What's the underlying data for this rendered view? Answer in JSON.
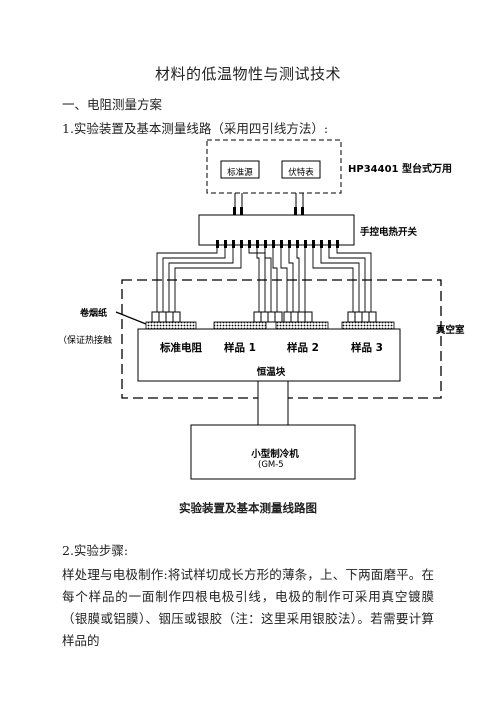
{
  "document": {
    "title": "材料的低温物性与测试技术",
    "section1": "一、电阻测量方案",
    "item1": "1.实验装置及基本测量线路（采用四引线方法）:",
    "item2": "2.实验步骤:",
    "paragraph": "样处理与电极制作:将试样切成长方形的薄条，上、下两面磨平。在每个样品的一面制作四根电极引线，电极的制作可采用真空镀膜（银膜或铝膜）、铟压或银胶（注：这里采用银胶法）。若需要计算样品的"
  },
  "diagram": {
    "caption": "实验装置及基本测量线路图",
    "instrument_left": "标准源",
    "instrument_right": "伏特表",
    "meter_label": "HP34401 型台式万用",
    "switch_label": "手控电热开关",
    "paper_label": "卷烟纸",
    "contact_label": "（保证热接触",
    "vacuum_label": "真空室",
    "samples": [
      "标准电阻",
      "样品 1",
      "样品 2",
      "样品 3"
    ],
    "stage_label": "恒温块",
    "fridge_label": "小型制冷机",
    "fridge_model": "(GM-5"
  }
}
